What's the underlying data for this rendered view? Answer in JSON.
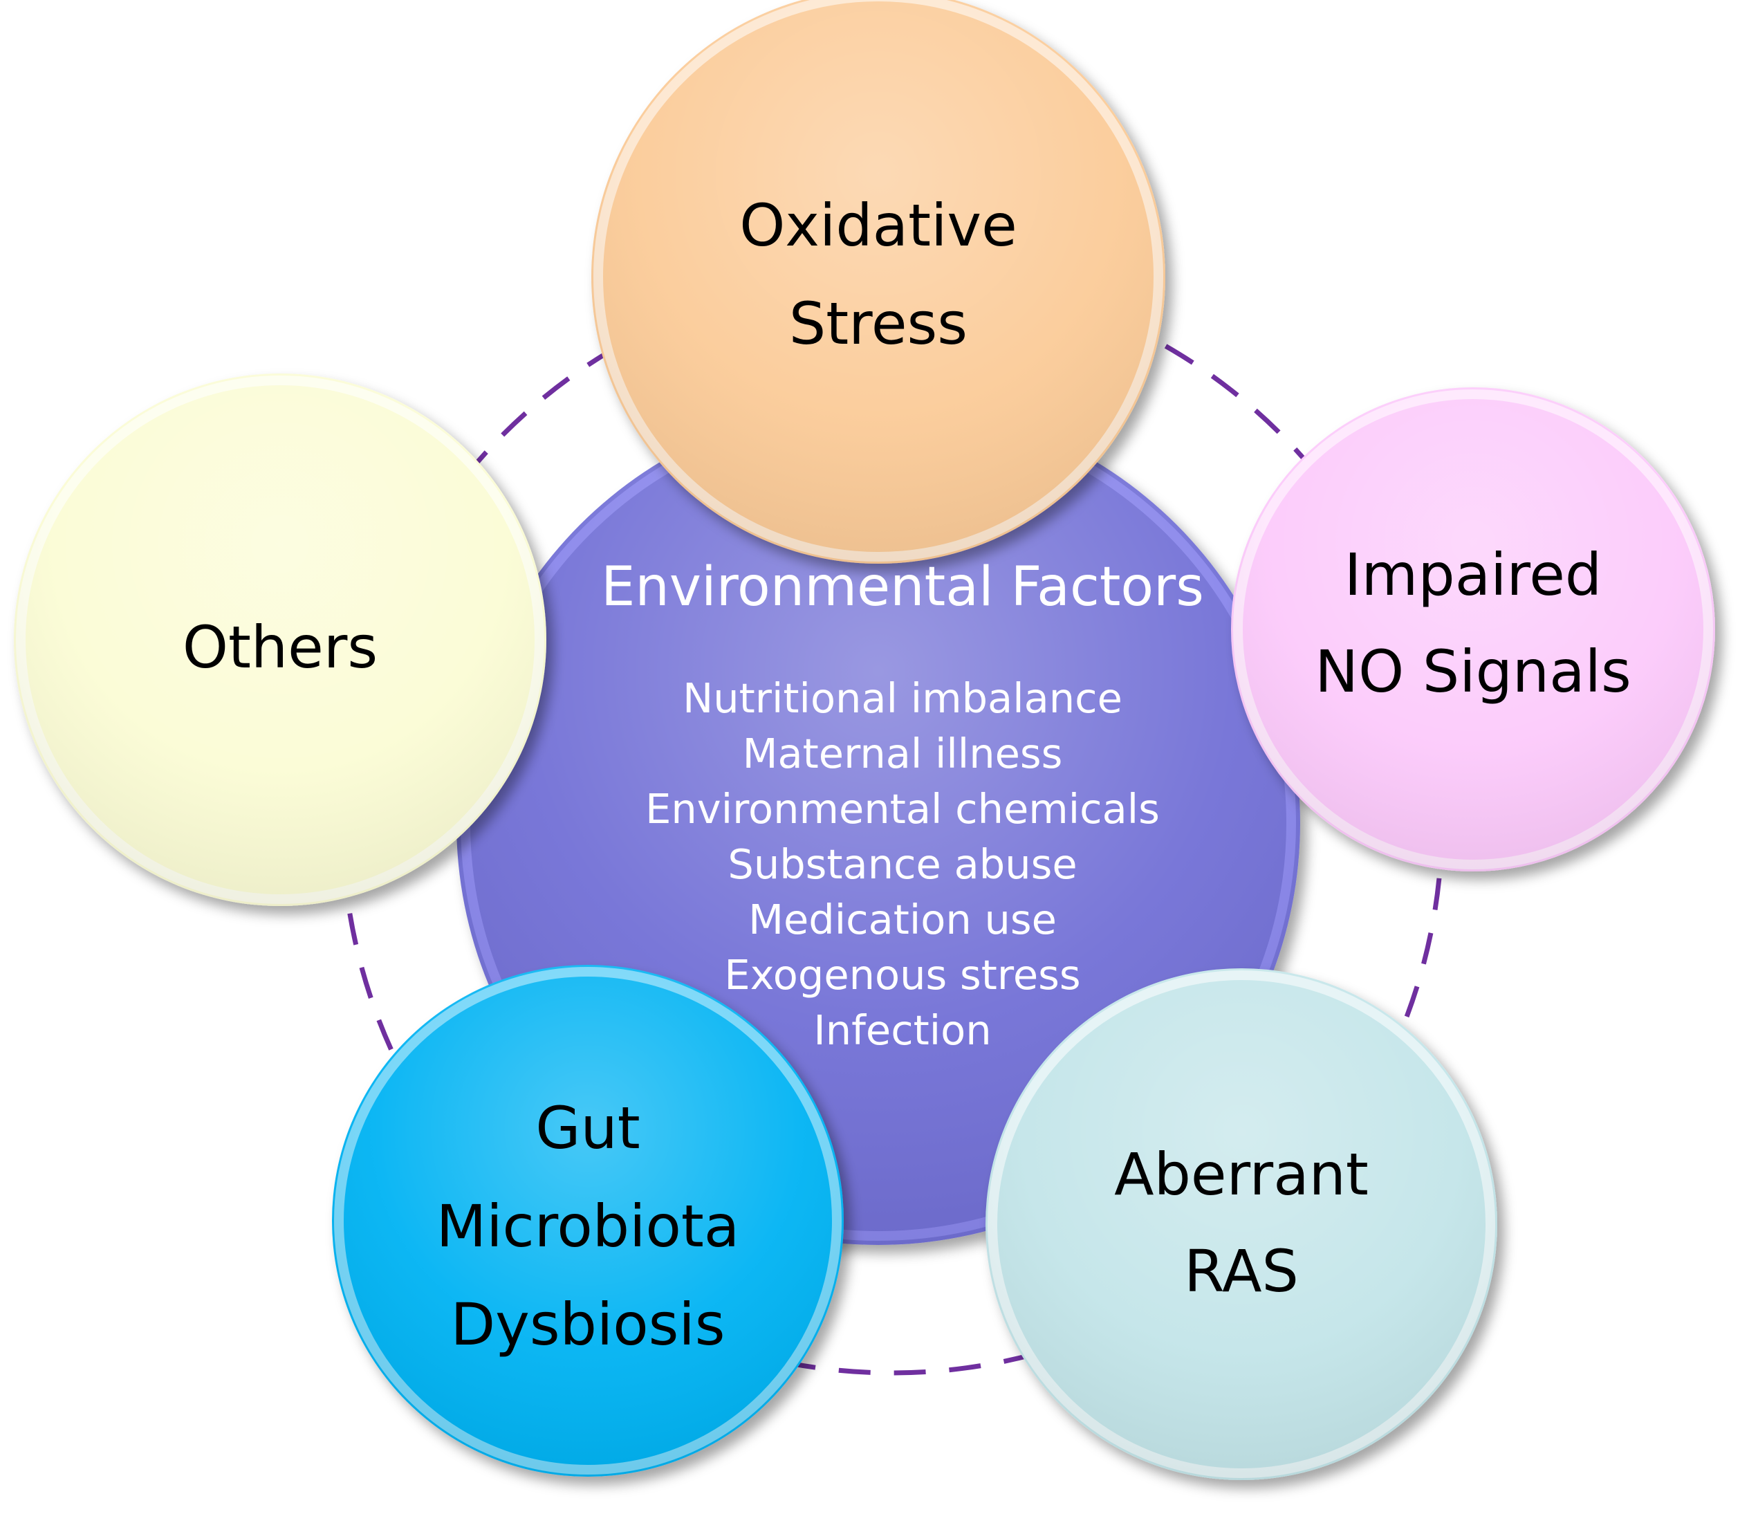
{
  "center": {
    "title": "Environmental Factors",
    "items": [
      "Nutritional imbalance",
      "Maternal illness",
      "Environmental chemicals",
      "Substance abuse",
      "Medication use",
      "Exogenous stress",
      "Infection"
    ],
    "color": "#7270d6",
    "text_color": "#ffffff"
  },
  "satellites": {
    "oxidative_stress": {
      "lines": [
        "Oxidative",
        "Stress"
      ],
      "color": "#fbcb98"
    },
    "impaired_no": {
      "lines": [
        "Impaired",
        "NO Signals"
      ],
      "color": "#fccafb"
    },
    "aberrant_ras": {
      "lines": [
        "Aberrant",
        "RAS"
      ],
      "color": "#c3e5e9"
    },
    "gut_microbiota": {
      "lines": [
        "Gut",
        "Microbiota",
        "Dysbiosis"
      ],
      "color": "#00b3f3"
    },
    "others": {
      "lines": [
        "Others"
      ],
      "color": "#fbfcd5"
    }
  },
  "ring_color": "#6f2f9f"
}
